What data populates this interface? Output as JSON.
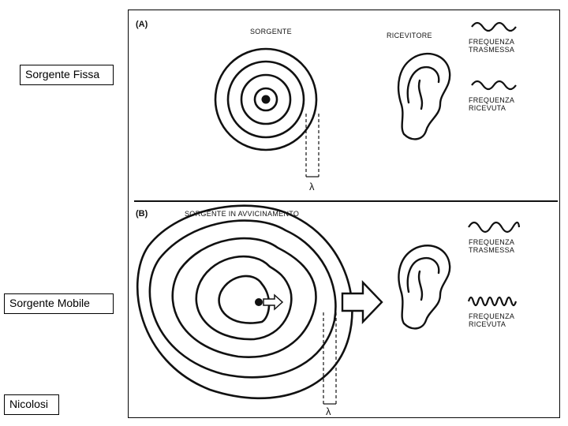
{
  "side_labels": {
    "fixed_source": "Sorgente Fissa",
    "moving_source": "Sorgente Mobile",
    "author": "Nicolosi"
  },
  "panel_a": {
    "tag": "(A)",
    "source_label": "SORGENTE",
    "receiver_label": "RICEVITORE",
    "transmitted_freq_line1": "FREQUENZA",
    "transmitted_freq_line2": "TRASMESSA",
    "received_freq_line1": "FREQUENZA",
    "received_freq_line2": "RICEVUTA",
    "wavelength_symbol": "λ"
  },
  "panel_b": {
    "tag": "(B)",
    "source_label": "SORGENTE IN AVVICINAMENTO",
    "transmitted_freq_line1": "FREQUENZA",
    "transmitted_freq_line2": "TRASMESSA",
    "received_freq_line1": "FREQUENZA",
    "received_freq_line2": "RICEVUTA",
    "wavelength_symbol": "λ"
  }
}
